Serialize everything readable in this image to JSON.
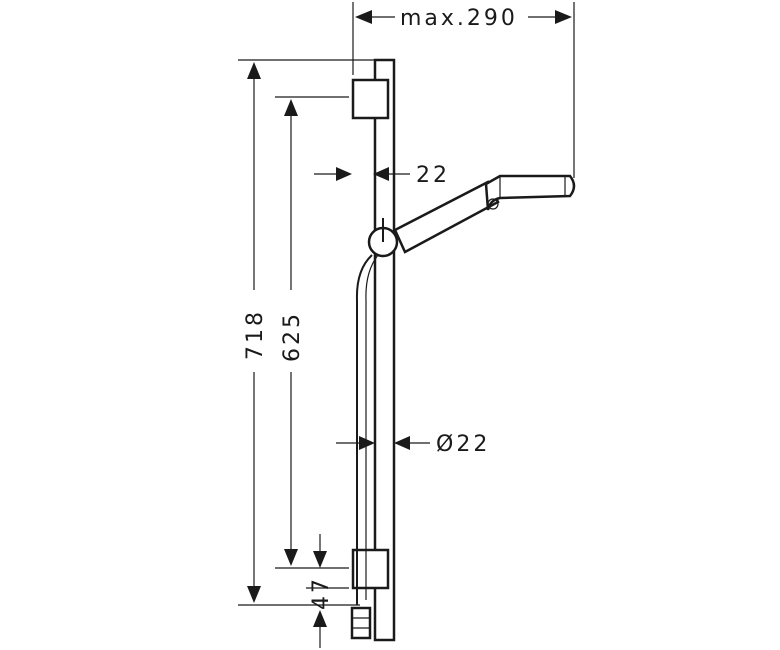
{
  "dimensions": {
    "max_width": "max.290",
    "bar_offset": "22",
    "bar_diameter": "Ø22",
    "total_height": "718",
    "bracket_spacing": "625",
    "bottom_offset": "47"
  }
}
